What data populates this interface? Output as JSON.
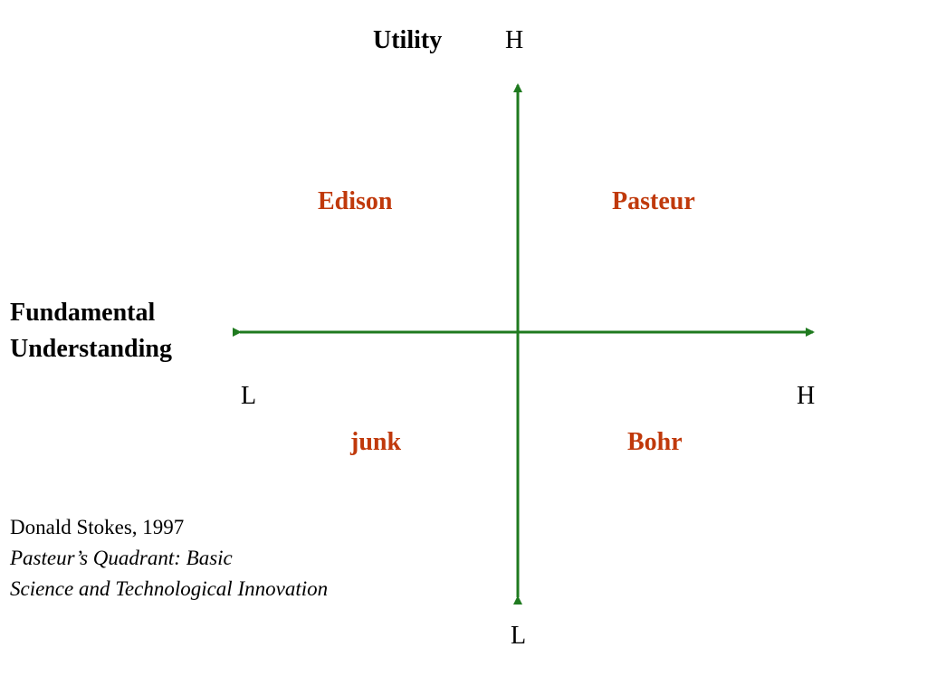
{
  "colors": {
    "axis": "#1f7a1f",
    "quadrant_label": "#c0390b",
    "text": "#000000"
  },
  "vertical_axis": {
    "title": "Utility",
    "high_label": "H",
    "low_label": "L"
  },
  "horizontal_axis": {
    "title_line1": "Fundamental",
    "title_line2": "Understanding",
    "low_label": "L",
    "high_label": "H"
  },
  "quadrants": {
    "top_left": "Edison",
    "top_right": "Pasteur",
    "bottom_left": "junk",
    "bottom_right": "Bohr"
  },
  "citation": {
    "author_year": "Donald Stokes, 1997",
    "title_line1": "Pasteur’s Quadrant: Basic",
    "title_line2": "Science and Technological Innovation"
  }
}
